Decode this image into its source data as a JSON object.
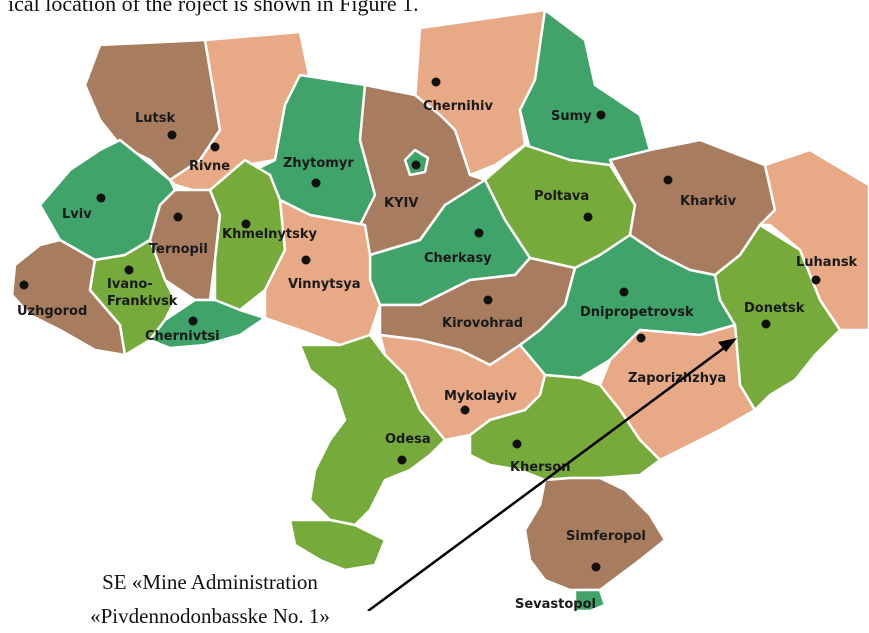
{
  "caption": "ical location of the roject is shown in Figure 1.",
  "colors": {
    "brown": "#a87d5f",
    "salmon": "#e7a986",
    "green": "#3fa36a",
    "olive": "#76aa3b"
  },
  "regions": [
    {
      "name": "Lutsk",
      "color": "brown"
    },
    {
      "name": "Rivne",
      "color": "salmon"
    },
    {
      "name": "Zhytomyr",
      "color": "green"
    },
    {
      "name": "Chernihiv",
      "color": "salmon"
    },
    {
      "name": "Sumy",
      "color": "green"
    },
    {
      "name": "Lviv",
      "color": "green"
    },
    {
      "name": "Ternopil",
      "color": "brown"
    },
    {
      "name": "Khmelnytsky",
      "color": "olive"
    },
    {
      "name": "KYIV",
      "color": "brown"
    },
    {
      "name": "Poltava",
      "color": "olive"
    },
    {
      "name": "Kharkiv",
      "color": "brown"
    },
    {
      "name": "Luhansk",
      "color": "salmon"
    },
    {
      "name": "Cherkasy",
      "color": "green"
    },
    {
      "name": "Vinnytsya",
      "color": "salmon"
    },
    {
      "name": "Uzhgorod",
      "color": "brown"
    },
    {
      "name": "Ivano-Frankivsk",
      "color": "olive"
    },
    {
      "name": "Chernivtsi",
      "color": "green"
    },
    {
      "name": "Kirovohrad",
      "color": "brown"
    },
    {
      "name": "Dnipropetrovsk",
      "color": "green"
    },
    {
      "name": "Donetsk",
      "color": "olive"
    },
    {
      "name": "Zaporizhzhya",
      "color": "salmon"
    },
    {
      "name": "Mykolayiv",
      "color": "salmon"
    },
    {
      "name": "Odesa",
      "color": "olive"
    },
    {
      "name": "Kherson",
      "color": "olive"
    },
    {
      "name": "Simferopol",
      "color": "brown"
    },
    {
      "name": "Sevastopol",
      "color": "green"
    }
  ],
  "labels": {
    "lutsk": "Lutsk",
    "rivne": "Rivne",
    "zhytomyr": "Zhytomyr",
    "chernihiv": "Chernihiv",
    "sumy": "Sumy",
    "lviv": "Lviv",
    "ternopil": "Ternopil",
    "khmelnytsky": "Khmelnytsky",
    "kyiv": "KYIV",
    "poltava": "Poltava",
    "kharkiv": "Kharkiv",
    "luhansk": "Luhansk",
    "cherkasy": "Cherkasy",
    "vinnytsya": "Vinnytsya",
    "uzhgorod": "Uzhgorod",
    "ivano1": "Ivano-",
    "ivano2": "Frankivsk",
    "chernivtsi": "Chernivtsi",
    "kirovohrad": "Kirovohrad",
    "dnipropetrovsk": "Dnipropetrovsk",
    "donetsk": "Donetsk",
    "zaporizhzhya": "Zaporizhzhya",
    "mykolayiv": "Mykolayiv",
    "odesa": "Odesa",
    "kherson": "Kherson",
    "simferopol": "Simferopol",
    "sevastopol": "Sevastopol"
  },
  "annotation": {
    "line1": "SE «Mine Administration",
    "line2": "«Pivdennodonbasske No. 1»"
  }
}
